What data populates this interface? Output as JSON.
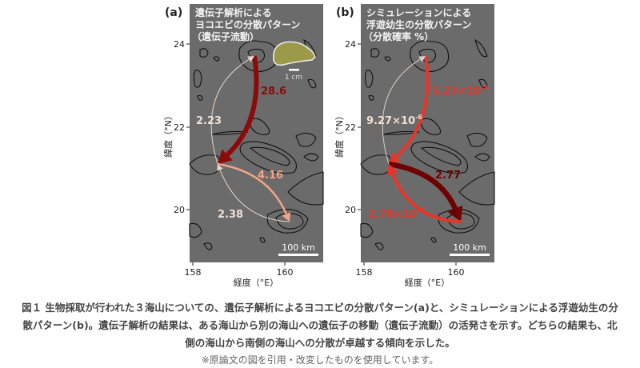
{
  "panels": [
    {
      "letter": "(a)",
      "title": [
        "遺伝子解析による",
        "ヨコエビの分散パターン",
        "（遺伝子流動）"
      ],
      "arrows": [
        {
          "from": "north",
          "to": "middle",
          "label": "28.6",
          "exp": "",
          "color": "#8b0a0a"
        },
        {
          "from": "middle",
          "to": "north",
          "label": "2.23",
          "exp": "",
          "color": "#e6d6cb"
        },
        {
          "from": "middle",
          "to": "south",
          "label": "4.16",
          "exp": "",
          "color": "#f2a488"
        },
        {
          "from": "south",
          "to": "middle",
          "label": "2.38",
          "exp": "",
          "color": "#e6d6cb"
        }
      ],
      "scale_label": "1 cm",
      "scalebar": "100 km"
    },
    {
      "letter": "(b)",
      "title": [
        "シミュレーションによる",
        "浮遊幼生の分散パターン",
        "（分散確率 %）"
      ],
      "arrows": [
        {
          "from": "north",
          "to": "middle",
          "label": "5.23×10",
          "exp": "-2",
          "color": "#e8352a"
        },
        {
          "from": "middle",
          "to": "north",
          "label": "9.27×10",
          "exp": "-6",
          "color": "#d8d0c8"
        },
        {
          "from": "middle",
          "to": "south",
          "label": "2.77",
          "exp": "",
          "color": "#6e0000"
        },
        {
          "from": "south",
          "to": "middle",
          "label": "2.78×10",
          "exp": "-2",
          "color": "#e8352a"
        }
      ],
      "scalebar": "100 km"
    }
  ],
  "axes": {
    "ylabel": "緯度（°N）",
    "xlabel": "経度（°E）",
    "yticks": [
      "24",
      "22",
      "20"
    ],
    "xticks": [
      "158",
      "160"
    ]
  },
  "caption": [
    "図１ 生物採取が行われた３海山についての、遺伝子解析によるヨコエビの分散パターン(a)と、シミュレーションによる浮遊幼生の分",
    "散パターン(b)。遺伝子解析の結果は、ある海山から別の海山への遺伝子の移動（遺伝子流動）の活発さを示す。どちらの結果も、北",
    "側の海山から南側の海山への分散が卓越する傾向を示した。"
  ],
  "note": "※原論文の図を引用・改変したものを使用しています。"
}
